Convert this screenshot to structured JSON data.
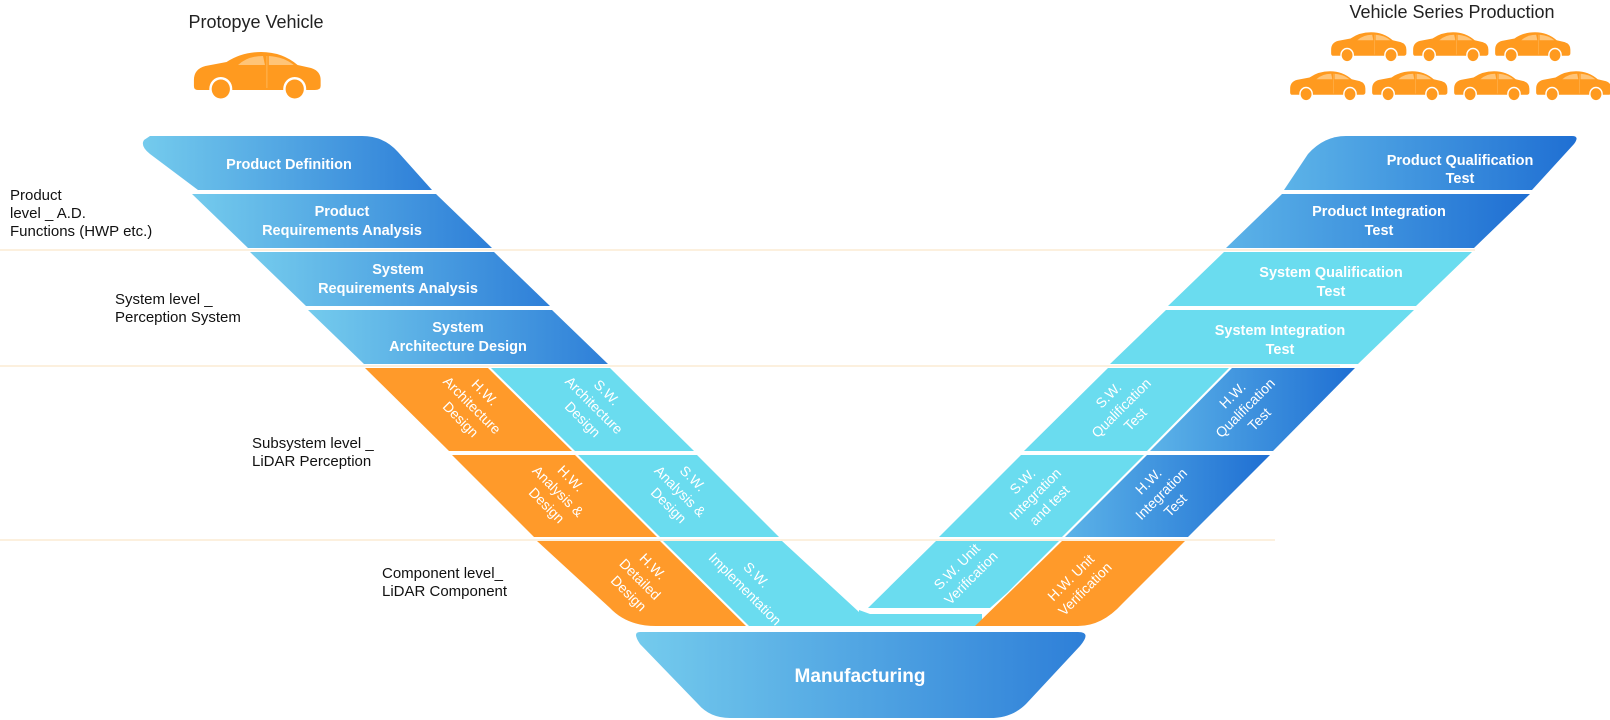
{
  "titles": {
    "prototype": "Protopye Vehicle",
    "series": "Vehicle Series Production"
  },
  "levels": {
    "product": [
      "Product",
      "level _ A.D.",
      "Functions (HWP etc.)"
    ],
    "system": [
      "System level _",
      "Perception System"
    ],
    "subsystem": [
      "Subsystem level _",
      "LiDAR Perception"
    ],
    "component": [
      "Component level_",
      "LiDAR Component"
    ]
  },
  "left_blocks": {
    "product_definition": [
      "Product Definition"
    ],
    "product_requirements": [
      "Product",
      "Requirements Analysis"
    ],
    "system_requirements": [
      "System",
      "Requirements Analysis"
    ],
    "system_architecture": [
      "System",
      "Architecture Design"
    ]
  },
  "right_blocks": {
    "product_qualification": [
      "Product Qualification",
      "Test"
    ],
    "product_integration": [
      "Product Integration",
      "Test"
    ],
    "system_qualification": [
      "System Qualification",
      "Test"
    ],
    "system_integration": [
      "System  Integration",
      "Test"
    ]
  },
  "hw_sw_blocks": {
    "hw_architecture": [
      "H.W.",
      "Architecture",
      "Design"
    ],
    "sw_architecture": [
      "S.W.",
      "Architecture",
      "Design"
    ],
    "hw_analysis": [
      "H.W.",
      "Analysis &",
      "Design"
    ],
    "sw_analysis": [
      "S.W.",
      "Analysis &",
      "Design"
    ],
    "hw_detailed": [
      "H.W.",
      "Detailed",
      "Design"
    ],
    "sw_implementation": [
      "S.W.",
      "Implementation"
    ],
    "sw_qualification": [
      "S.W.",
      "Qualification",
      "Test"
    ],
    "hw_qualification": [
      "H.W.",
      "Qualification",
      "Test"
    ],
    "sw_integration": [
      "S.W.",
      "Integration",
      "and test"
    ],
    "hw_integration": [
      "H.W.",
      "Integration",
      "Test"
    ],
    "sw_unit": [
      "S.W. Unit",
      "Verification"
    ],
    "hw_unit": [
      "H.W. Unit",
      "Verification"
    ]
  },
  "manufacturing": "Manufacturing",
  "icons": {
    "prototype_car": "car-icon",
    "series_cars": "car-icon"
  },
  "colors": {
    "blue_light": "#6ec8ec",
    "blue_dark": "#2b7ad6",
    "cyan": "#6adcef",
    "orange": "#ff9a2a",
    "car_orange": "#ff9a1f",
    "level_line": "#fbecd4"
  }
}
